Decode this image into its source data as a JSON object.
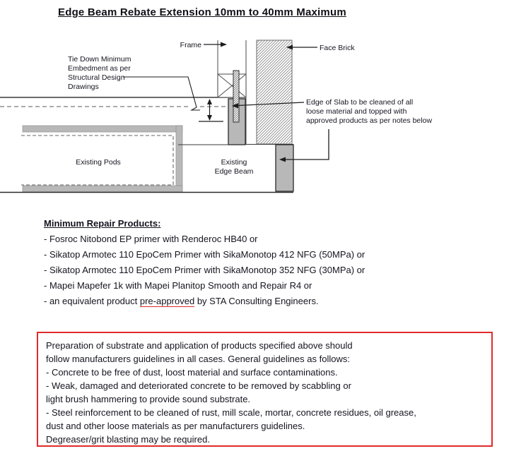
{
  "title": "Edge Beam Rebate Extension 10mm to 40mm Maximum",
  "diagram": {
    "labels": {
      "frame": "Frame",
      "face_brick": "Face Brick",
      "tie_down": [
        "Tie Down Minimum",
        "Embedment as per",
        "Structural Design",
        "Drawings"
      ],
      "edge_of_slab": [
        "Edge of Slab to be cleaned of all",
        "loose material and topped with",
        "approved products as per notes below"
      ],
      "existing_pods": "Existing Pods",
      "existing_edge_beam": [
        "Existing",
        "Edge Beam"
      ]
    },
    "colors": {
      "concrete_grey": "#b8b8b8",
      "line_dark": "#222222",
      "hatch_grey": "#777777"
    }
  },
  "repair_products": {
    "heading": "Minimum Repair Products:",
    "items": [
      "- Fosroc Nitobond EP primer with Renderoc HB40 or",
      "- Sikatop Armotec 110 EpoCem Primer with SikaMonotop 412 NFG (50MPa) or",
      "- Sikatop Armotec 110 EpoCem Primer with SikaMonotop 352 NFG (30MPa) or",
      "- Mapei Mapefer 1k with Mapei Planitop Smooth and Repair R4 or"
    ],
    "last_item": {
      "prefix": "- an equivalent product ",
      "underlined": "pre-approved",
      "suffix": " by STA Consulting Engineers."
    }
  },
  "preparation_note": {
    "border_color": "#e02a2a",
    "lines": [
      "Preparation of substrate and application of products specified above should",
      "follow manufacturers guidelines in all cases. General guidelines as follows:",
      "- Concrete to be free of dust, loost material and surface contaminations.",
      "- Weak, damaged and deteriorated concrete to be removed by scabbling or",
      "light brush hammering to provide sound substrate.",
      "- Steel reinforcement to be cleaned of rust, mill scale, mortar, concrete residues, oil grease,",
      "dust and other loose materials as per manufacturers guidelines.",
      "Degreaser/grit blasting may be required."
    ]
  }
}
